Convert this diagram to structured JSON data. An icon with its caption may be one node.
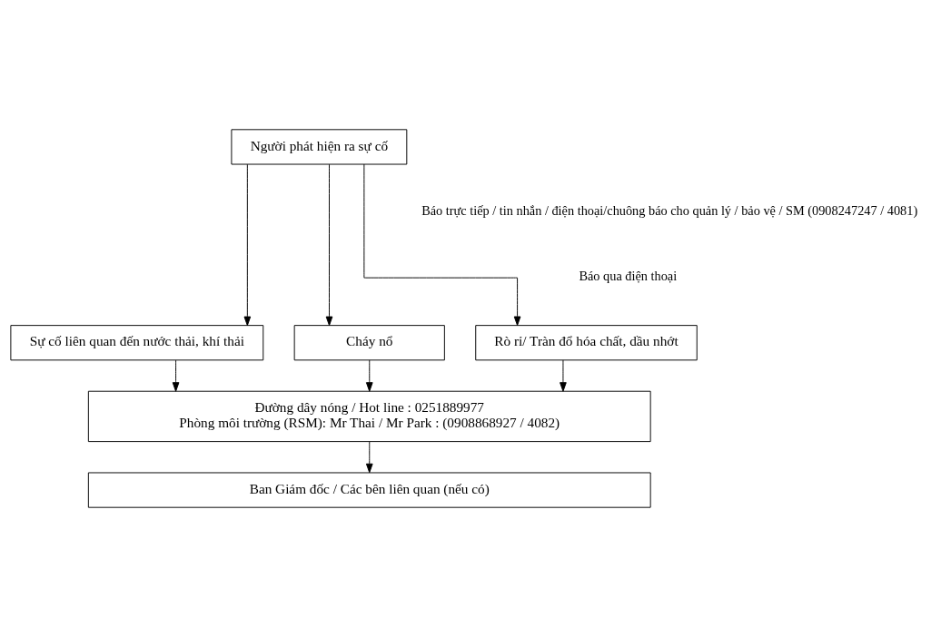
{
  "diagram": {
    "nodes": [
      {
        "text": [
          "Người phát hiện ra sự cố"
        ]
      },
      {
        "text": [
          "Sự cố liên quan đến nước thải, khí thải"
        ]
      },
      {
        "text": [
          "Rò rỉ/ Tràn đổ hóa chất, dầu nhớt"
        ]
      },
      {
        "text": [
          "Cháy nổ"
        ]
      },
      {
        "text": [
          "Đường dây nóng / Hot line : 0251889977",
          "Phòng môi trường (RSM): Mr Thai / Mr Park : (0908868927 / 4082)"
        ]
      },
      {
        "text": [
          "Ban Giám đốc / Các bên liên quan (nếu có)"
        ]
      }
    ],
    "edges": [
      {
        "from": 0,
        "to": 1,
        "arrow": "to"
      },
      {
        "from": 0,
        "to": 2,
        "arrow": "to"
      },
      {
        "from": 0,
        "to": 3,
        "arrow": "to"
      },
      {
        "from": 1,
        "to": 4,
        "arrow": "to"
      },
      {
        "from": 2,
        "to": 4,
        "arrow": "to"
      },
      {
        "from": 3,
        "to": 4,
        "arrow": "to"
      },
      {
        "from": 4,
        "to": 5,
        "arrow": "to"
      }
    ],
    "labels": [
      "Báo trực tiếp / tin nhắn / điện thoại/chuông báo cho quản lý / bảo vệ / SM (0908247247 / 4081)",
      "Báo qua điện thoại"
    ]
  }
}
